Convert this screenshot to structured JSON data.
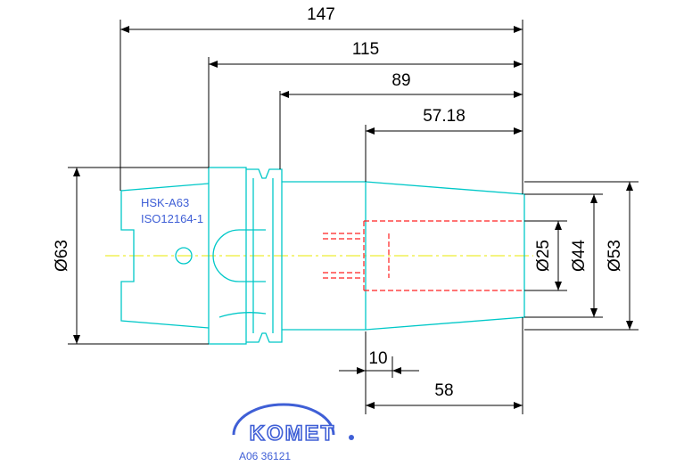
{
  "dimensions": {
    "overall_length": "147",
    "flange_to_tip": "115",
    "collar_to_tip": "89",
    "clamp_length": "57.18",
    "bore_offset": "10",
    "bore_depth": "58",
    "flange_diameter": "Ø63",
    "bore_diameter": "Ø25",
    "nose_diameter": "Ø44",
    "body_diameter": "Ø53"
  },
  "labels": {
    "interface": "HSK-A63",
    "standard": "ISO12164-1"
  },
  "logo": {
    "brand": "KOMET",
    "article_number": "A06 36121"
  },
  "colors": {
    "part_outline": "#00c8c8",
    "hidden_lines": "#ff2020",
    "center_line": "#e8e800",
    "dimensions": "#000000",
    "logo_blue": "#3f5fd6"
  }
}
